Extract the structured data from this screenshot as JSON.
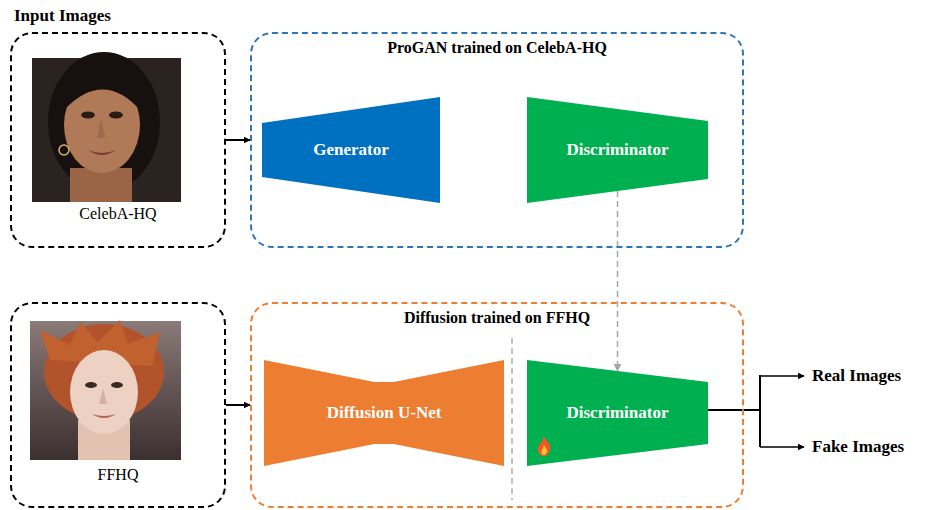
{
  "diagram": {
    "nodes": [
      {
        "text": [
          "CelebA-HQ"
        ]
      },
      {
        "text": [
          "ProGAN trained on CelebA-HQ"
        ]
      },
      {
        "text": [
          "Generator"
        ],
        "in": 1
      },
      {
        "text": [
          "Discriminator"
        ],
        "in": 1
      },
      {
        "text": [
          "FFHQ"
        ]
      },
      {
        "text": [
          "Diffusion trained on FFHQ"
        ]
      },
      {
        "text": [
          "Diffusion U-Net"
        ],
        "in": 5
      },
      {
        "text": [
          "Discriminator"
        ],
        "in": 5
      }
    ],
    "edges": [
      {
        "from": 0,
        "to": 1,
        "arrow": "to"
      },
      {
        "from": 3,
        "to": 7,
        "arrow": "to"
      },
      {
        "from": 4,
        "to": 5,
        "arrow": "to"
      }
    ],
    "labels": [
      "Input Images",
      "Real Images",
      "Fake Images"
    ]
  }
}
